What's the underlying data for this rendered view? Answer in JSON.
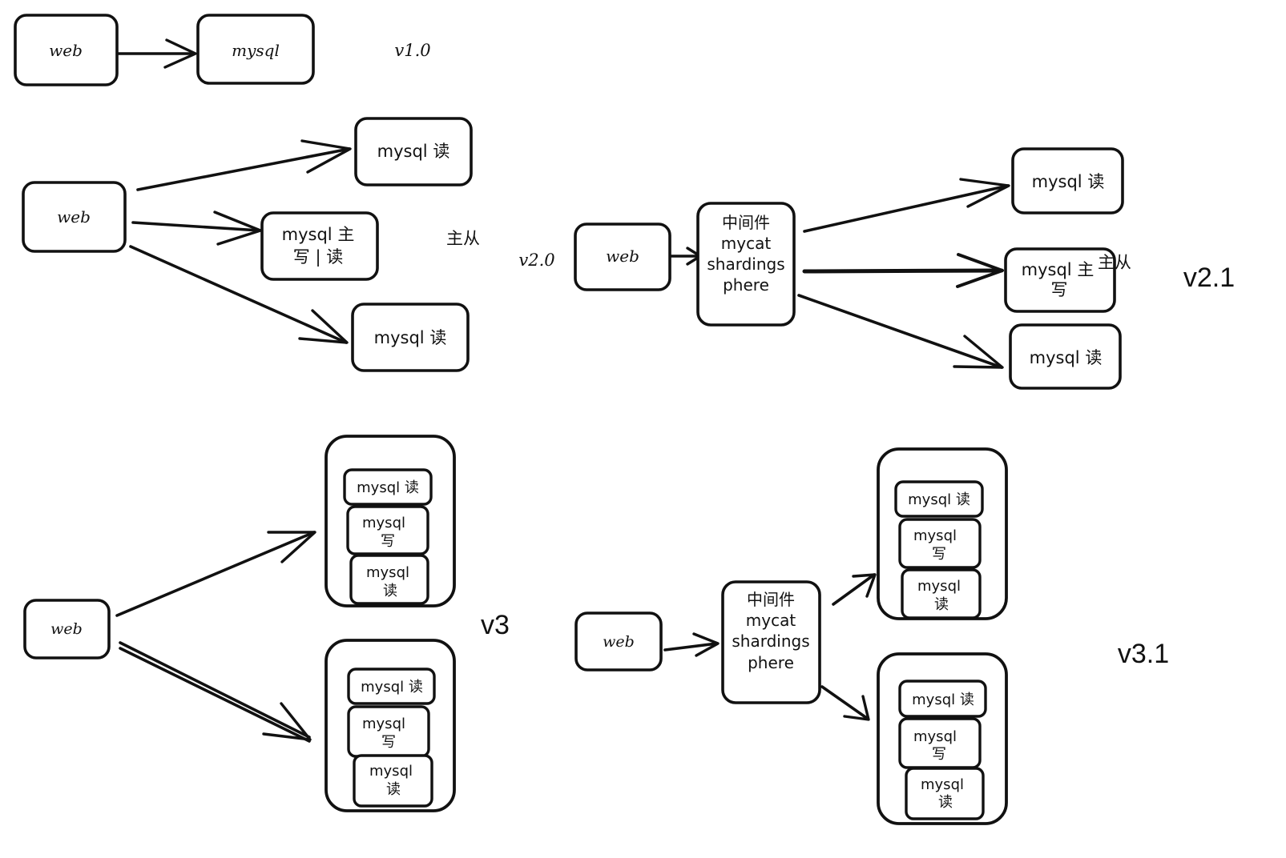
{
  "v1": {
    "web": "web",
    "mysql": "mysql",
    "version": "v1.0"
  },
  "v1b": {
    "web": "web",
    "read_top": "mysql 读",
    "master_line1": "mysql 主",
    "master_line2": "写 | 读",
    "read_bottom": "mysql 读",
    "note": "主从"
  },
  "v2": {
    "version": "v2.0",
    "web": "web",
    "middleware": [
      "中间件",
      "mycat",
      "shardings",
      "phere"
    ],
    "read_top": "mysql 读",
    "master_line1": "mysql 主",
    "master_line2": "写",
    "read_bottom": "mysql 读",
    "note": "主从",
    "version_right": "v2.1"
  },
  "v3": {
    "web": "web",
    "version": "v3",
    "cluster_top": {
      "read": "mysql 读",
      "write": [
        "mysql",
        "写"
      ],
      "read2": [
        "mysql",
        "读"
      ]
    },
    "cluster_bottom": {
      "read": "mysql 读",
      "write": [
        "mysql",
        "写"
      ],
      "read2": [
        "mysql",
        "读"
      ]
    }
  },
  "v31": {
    "web": "web",
    "middleware": [
      "中间件",
      "mycat",
      "shardings",
      "phere"
    ],
    "version": "v3.1",
    "cluster_top": {
      "read": "mysql 读",
      "write": [
        "mysql",
        "写"
      ],
      "read2": [
        "mysql",
        "读"
      ]
    },
    "cluster_bottom": {
      "read": "mysql 读",
      "write": [
        "mysql",
        "写"
      ],
      "read2": [
        "mysql",
        "读"
      ]
    }
  }
}
